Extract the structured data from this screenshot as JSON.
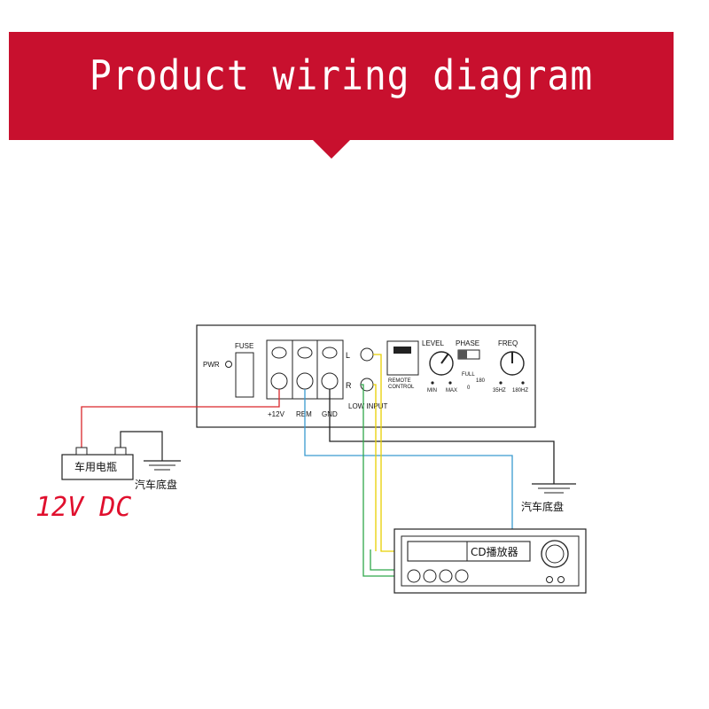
{
  "title": "Product wiring diagram",
  "amp_labels": {
    "pwr": "PWR",
    "fuse": "FUSE",
    "plus12v": "+12V",
    "rem": "REM",
    "gnd": "GND",
    "l": "L",
    "r": "R",
    "low_input": "LOW INPUT",
    "remote_line1": "REMOTE",
    "remote_line2": "CONTROL",
    "level": "LEVEL",
    "phase": "PHASE",
    "freq": "FREQ",
    "min": "MIN",
    "max": "MAX",
    "full": "FULL",
    "p180": "180",
    "p0": "0",
    "hz35": "35HZ",
    "hz180": "180HZ"
  },
  "battery_label": "车用电瓶",
  "chassis_label_left": "汽车底盘",
  "chassis_label_right": "汽车底盘",
  "cd_player_label": "CD播放器",
  "voltage_label": "12V DC",
  "wire_colors": {
    "red": "#d9262b",
    "blue": "#3a9ad0",
    "black": "#222222",
    "yellow": "#e8d000",
    "green": "#2fa84a"
  },
  "brand_color": "#c8102e"
}
